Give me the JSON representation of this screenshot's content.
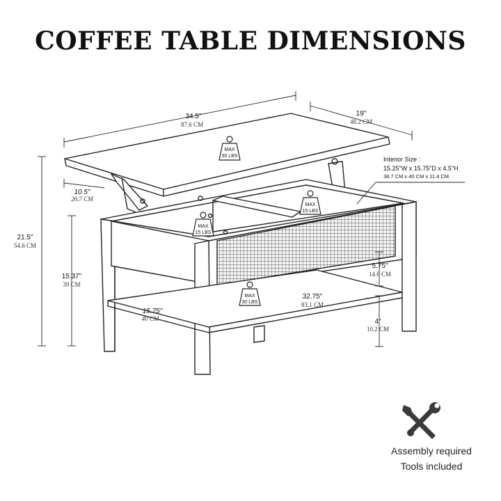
{
  "title": "COFFEE TABLE DIMENSIONS",
  "dimensions": {
    "length": {
      "in": "34.5\"",
      "cm": "87.6 CM"
    },
    "depth": {
      "in": "19\"",
      "cm": "48.2 CM"
    },
    "lift_offset": {
      "in": "10.5\"",
      "cm": "26.7 CM"
    },
    "total_height": {
      "in": "21.5\"",
      "cm": "54.6 CM"
    },
    "body_height": {
      "in": "15.37\"",
      "cm": "39 CM"
    },
    "shelf_depth": {
      "in": "15.75\"",
      "cm": "40 CM"
    },
    "shelf_length": {
      "in": "32.75\"",
      "cm": "83.1 CM"
    },
    "drawer_gap": {
      "in": "5.75\"",
      "cm": "14.6 CM"
    },
    "shelf_clearance": {
      "in": "4\"",
      "cm": "10.2 CM"
    }
  },
  "interior": {
    "title": "Interior Size :",
    "imperial": "15.25\"W x 15.75\"D x 4.5\"H",
    "metric": "38.7 CM x 40 CM x 11.4 CM"
  },
  "weights": {
    "lift_top": {
      "max": "MAX",
      "load": "30 LBS"
    },
    "left_compartment": {
      "max": "MAX",
      "load": "15 LBS"
    },
    "right_compartment": {
      "max": "MAX",
      "load": "15 LBS"
    },
    "shelf": {
      "max": "MAX",
      "load": "30 LBS"
    }
  },
  "footer": {
    "icon": "wrench-screwdriver-icon",
    "line1": "Assembly required",
    "line2": "Tools included"
  }
}
